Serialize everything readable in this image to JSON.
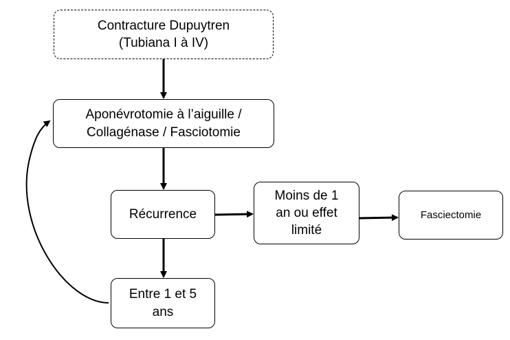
{
  "nodes": {
    "start": "Contracture Dupuytren\n(Tubiana I à IV)",
    "treatment": "Aponévrotomie à l’aiguille /\nCollagénase / Fasciotomie",
    "recurrence": "Récurrence",
    "early": "Moins de 1\nan ou effet\nlimité",
    "fasciectomy": "Fasciectomie",
    "late": "Entre 1 et 5\nans"
  }
}
